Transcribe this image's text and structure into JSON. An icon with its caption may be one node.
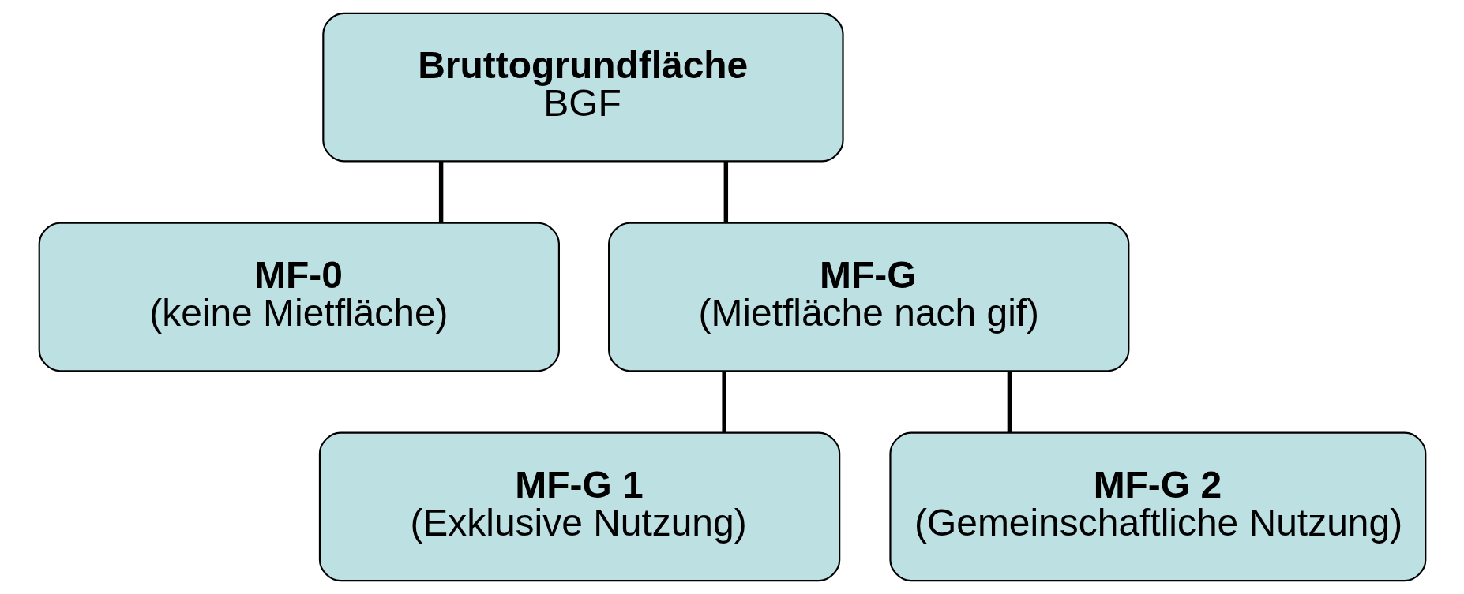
{
  "diagram": {
    "nodes": [
      {
        "text": [
          "Bruttogrundfläche",
          "BGF"
        ]
      },
      {
        "text": [
          "MF-0",
          "(keine Mietfläche)"
        ]
      },
      {
        "text": [
          "MF-G",
          "(Mietfläche nach gif)"
        ]
      },
      {
        "text": [
          "MF-G 1",
          "(Exklusive Nutzung)"
        ]
      },
      {
        "text": [
          "MF-G 2",
          "(Gemeinschaftliche Nutzung)"
        ]
      }
    ],
    "edges": [
      {
        "from": 0,
        "to": 1,
        "arrow": "none"
      },
      {
        "from": 0,
        "to": 2,
        "arrow": "none"
      },
      {
        "from": 2,
        "to": 3,
        "arrow": "none"
      },
      {
        "from": 2,
        "to": 4,
        "arrow": "none"
      }
    ]
  }
}
